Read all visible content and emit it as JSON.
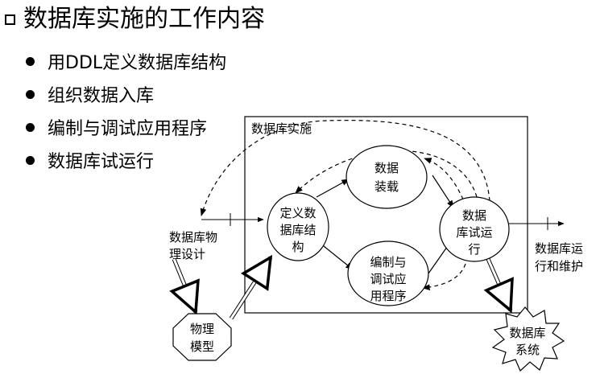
{
  "title": "数据库实施的工作内容",
  "bullets": [
    "用DDL定义数据库结构",
    "组织数据入库",
    "编制与调试应用程序",
    "数据库试运行"
  ],
  "diagram": {
    "frame_label": "数据库实施",
    "nodes": {
      "define": [
        "定义数",
        "据库结",
        "构"
      ],
      "load": [
        "数据",
        "装载"
      ],
      "program": [
        "编制与",
        "调试应",
        "用程序"
      ],
      "trial": [
        "数据",
        "库试运",
        "行"
      ],
      "physical_model": [
        "物理",
        "模型"
      ],
      "db_system": [
        "数据库",
        "系统"
      ]
    },
    "input_label": [
      "数据库物",
      "理设计"
    ],
    "output_label": [
      "数据库运",
      "行和维护"
    ]
  }
}
